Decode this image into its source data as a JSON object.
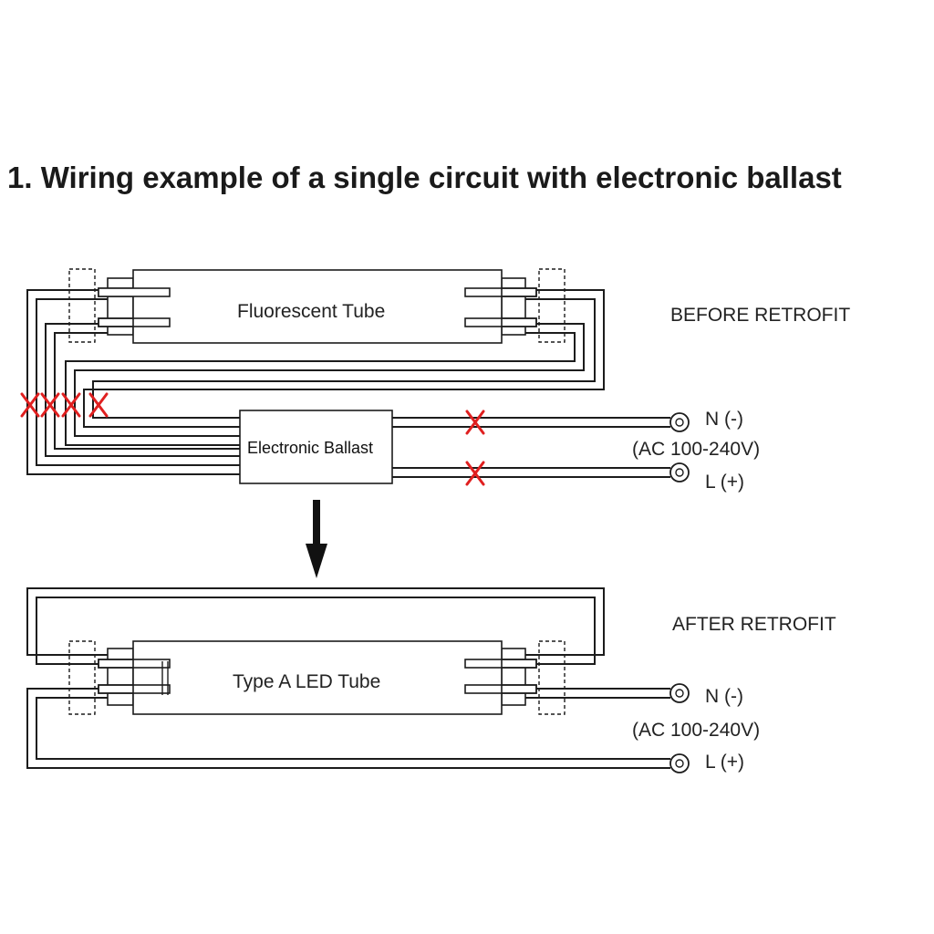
{
  "title": "1. Wiring example of a single circuit with electronic ballast",
  "before": {
    "heading": "BEFORE RETROFIT",
    "tube_label": "Fluorescent Tube",
    "ballast_label": "Electronic Ballast",
    "neutral_label": "N (-)",
    "supply_label": "(AC 100-240V)",
    "live_label": "L (+)",
    "cut_wire_marks": 4,
    "cut_supply_marks": 2,
    "mark_color": "#e02020"
  },
  "arrow": {
    "icon": "down-arrow-icon"
  },
  "after": {
    "heading": "AFTER RETROFIT",
    "tube_label": "Type A LED Tube",
    "neutral_label": "N (-)",
    "supply_label": "(AC 100-240V)",
    "live_label": "L (+)"
  }
}
